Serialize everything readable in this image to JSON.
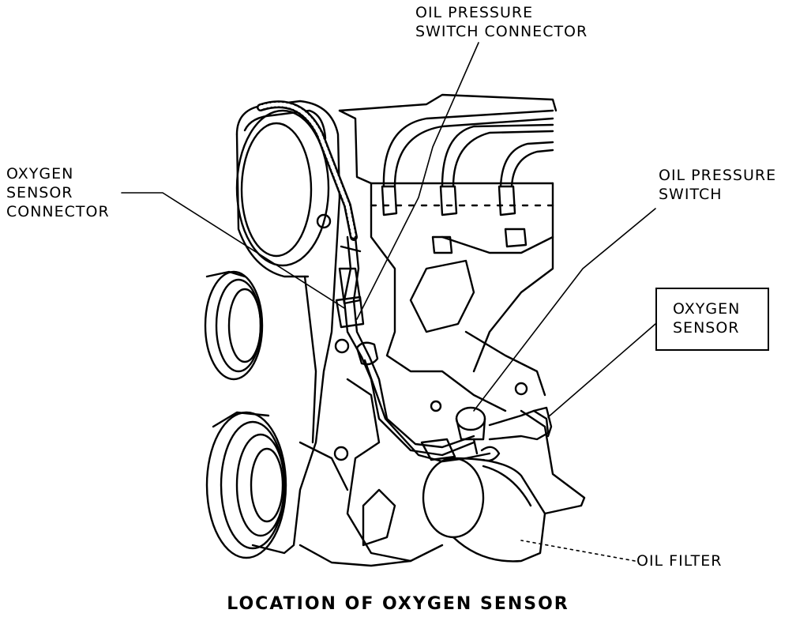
{
  "figure": {
    "caption": "LOCATION OF OXYGEN SENSOR",
    "line_color": "#000000",
    "background": "#ffffff"
  },
  "labels": {
    "oil_pressure_switch_connector": [
      "OIL PRESSURE",
      "SWITCH CONNECTOR"
    ],
    "oxygen_sensor_connector": [
      "OXYGEN",
      "SENSOR",
      "CONNECTOR"
    ],
    "oil_pressure_switch": [
      "OIL PRESSURE",
      "SWITCH"
    ],
    "oxygen_sensor": [
      "OXYGEN",
      "SENSOR"
    ],
    "oil_filter": "OIL FILTER"
  }
}
